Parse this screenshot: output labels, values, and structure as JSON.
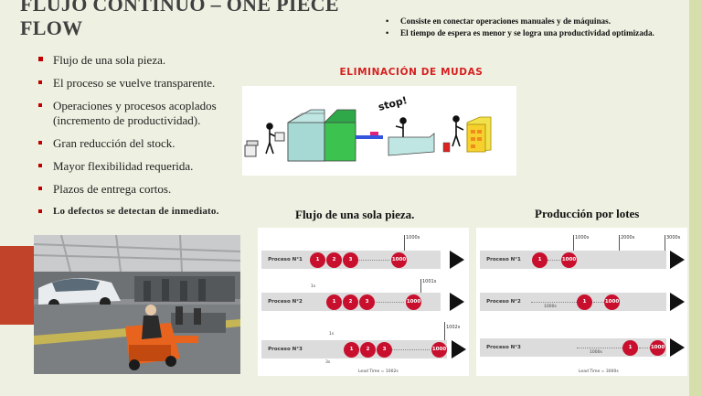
{
  "slide": {
    "title": "FLUJO CONTINUO – ONE PIECE FLOW",
    "top_notes": [
      "Consiste en conectar operaciones manuales y de máquinas.",
      "El tiempo de espera es menor y se logra una productividad optimizada."
    ],
    "bullets": [
      "Flujo de una sola pieza.",
      "El proceso se vuelve transparente.",
      "Operaciones y procesos acoplados (incremento de productividad).",
      "Gran reducción del stock.",
      "Mayor flexibilidad requerida.",
      "Plazos de entrega cortos.",
      "Lo defectos se detectan de inmediato."
    ],
    "muda_title": "ELIMINACIÓN DE MUDAS",
    "muda_stop": "stop!",
    "flow_one_title": "Flujo de una sola pieza.",
    "flow_batch_title": "Producción por lotes",
    "process_labels": [
      "Proceso N°1",
      "Proceso N°2",
      "Proceso N°3"
    ],
    "one_piece": {
      "times": [
        "1000s",
        "1001s",
        "1002s"
      ],
      "pieces": [
        "1",
        "2",
        "3",
        "1000"
      ],
      "step": "1s",
      "lead_time": "Lead Time = 1002s",
      "span": "3s"
    },
    "batch": {
      "times": [
        "1000s",
        "2000s",
        "3000s"
      ],
      "pieces": [
        "1",
        "1000"
      ],
      "span": "1000s",
      "lead_time": "Lead Time = 3000s"
    }
  },
  "colors": {
    "accent": "#c0432a",
    "piece": "#c8102e",
    "muda_title": "#d61f1f"
  }
}
